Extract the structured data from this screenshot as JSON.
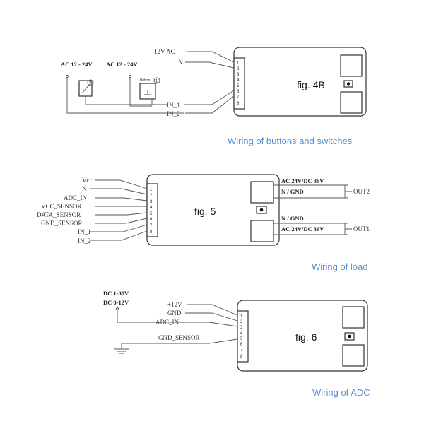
{
  "diagram1": {
    "fig_label": "fig. 4B",
    "caption": "Wiring of buttons and switches",
    "left_labels": [
      "12V AC",
      "N",
      "IN_1",
      "IN_2"
    ],
    "supply_labels": [
      "AC 12 - 24V",
      "AC 12 - 24V"
    ],
    "switch_numbers": [
      "2",
      "1"
    ],
    "button_label": "Button",
    "pins": [
      "1",
      "2",
      "3",
      "4",
      "5",
      "6",
      "7",
      "8"
    ]
  },
  "diagram2": {
    "fig_label": "fig. 5",
    "caption": "Wiring of load",
    "left_labels": [
      "Vcc",
      "N",
      "ADC_IN",
      "VCC_SENSOR",
      "DATA_SENSOR",
      "GND_SENSOR",
      "IN_1",
      "IN_2"
    ],
    "right_labels": [
      "AC 24V/DC 36V",
      "N / GND",
      "N / GND",
      "AC 24V/DC 36V"
    ],
    "out_labels": [
      "OUT2",
      "OUT1"
    ],
    "pins": [
      "1",
      "2",
      "3",
      "4",
      "5",
      "6",
      "7",
      "8"
    ]
  },
  "diagram3": {
    "fig_label": "fig. 6",
    "caption": "Wiring of ADC",
    "left_labels": [
      "+12V",
      "GND",
      "ADC_IN",
      "GND_SENSOR"
    ],
    "supply_labels": [
      "DC 1-30V",
      "DC 0-12V"
    ],
    "pins": [
      "1",
      "2",
      "3",
      "4",
      "5",
      "6",
      "7",
      "8"
    ]
  }
}
